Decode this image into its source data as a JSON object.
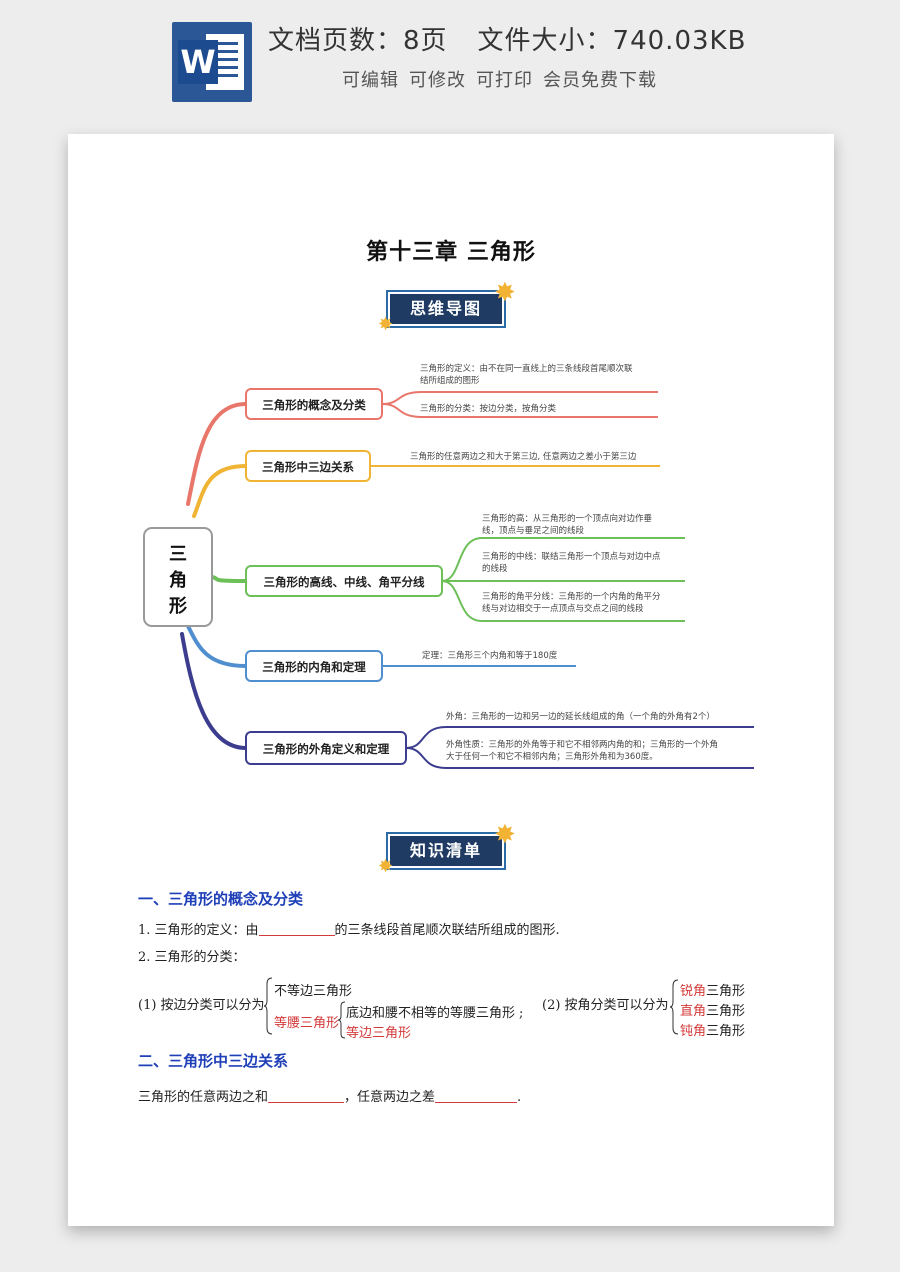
{
  "banner": {
    "icon": "word-document-icon",
    "logo_letter": "W",
    "pages_label": "文档页数：8页",
    "size_label": "文件大小：740.03KB",
    "features": [
      "可编辑",
      "可修改",
      "可打印",
      "会员免费下载"
    ]
  },
  "document": {
    "chapter_title": "第十三章 三角形",
    "mindmap_badge": "思维导图",
    "knowledge_badge": "知识清单",
    "mindmap": {
      "root": "三角形",
      "branches": [
        {
          "label": "三角形的概念及分类",
          "color": "#e8766a",
          "leaves": [
            "三角形的定义：由不在同一直线上的三条线段首尾顺次联",
            "结所组成的图形",
            "三角形的分类：按边分类，按角分类"
          ]
        },
        {
          "label": "三角形中三边关系",
          "color": "#f0b434",
          "leaves": [
            "三角形的任意两边之和大于第三边, 任意两边之差小于第三边"
          ]
        },
        {
          "label": "三角形的高线、中线、角平分线",
          "color": "#6dbf58",
          "leaves": [
            "三角形的高：从三角形的一个顶点向对边作垂",
            "线，顶点与垂足之间的线段",
            "三角形的中线：联结三角形一个顶点与对边中点",
            "的线段",
            "三角形的角平分线：三角形的一个内角的角平分",
            "线与对边相交于一点顶点与交点之间的线段"
          ]
        },
        {
          "label": "三角形的内角和定理",
          "color": "#4f8fcf",
          "leaves": [
            "定理：三角形三个内角和等于180度"
          ]
        },
        {
          "label": "三角形的外角定义和定理",
          "color": "#3c3d8f",
          "leaves": [
            "外角：三角形的一边和另一边的延长线组成的角（一个角的外角有2个）",
            "外角性质：三角形的外角等于和它不相邻两内角的和；三角形的一个外角",
            "大于任何一个和它不相邻内角；三角形外角和为360度。"
          ]
        }
      ]
    },
    "section1": {
      "heading": "一、三角形的概念及分类",
      "item1_prefix": "1. 三角形的定义：由",
      "item1_suffix": "的三条线段首尾顺次联结所组成的图形.",
      "item2": "2. 三角形的分类：",
      "by_side_label": "(1) 按边分类可以分为",
      "scalene": "不等边三角形",
      "isosceles": "等腰三角形",
      "iso_non_equilateral": "底边和腰不相等的等腰三角形",
      "semicolon": ";",
      "equilateral": "等边三角形",
      "by_angle_label": "(2) 按角分类可以分为",
      "angles": [
        {
          "red": "锐角",
          "rest": "三角形"
        },
        {
          "red": "直角",
          "rest": "三角形"
        },
        {
          "red": "钝角",
          "rest": "三角形"
        }
      ]
    },
    "section2": {
      "heading": "二、三角形中三边关系",
      "line_prefix": "三角形的任意两边之和",
      "line_mid": "，任意两边之差",
      "line_suffix": "."
    }
  }
}
